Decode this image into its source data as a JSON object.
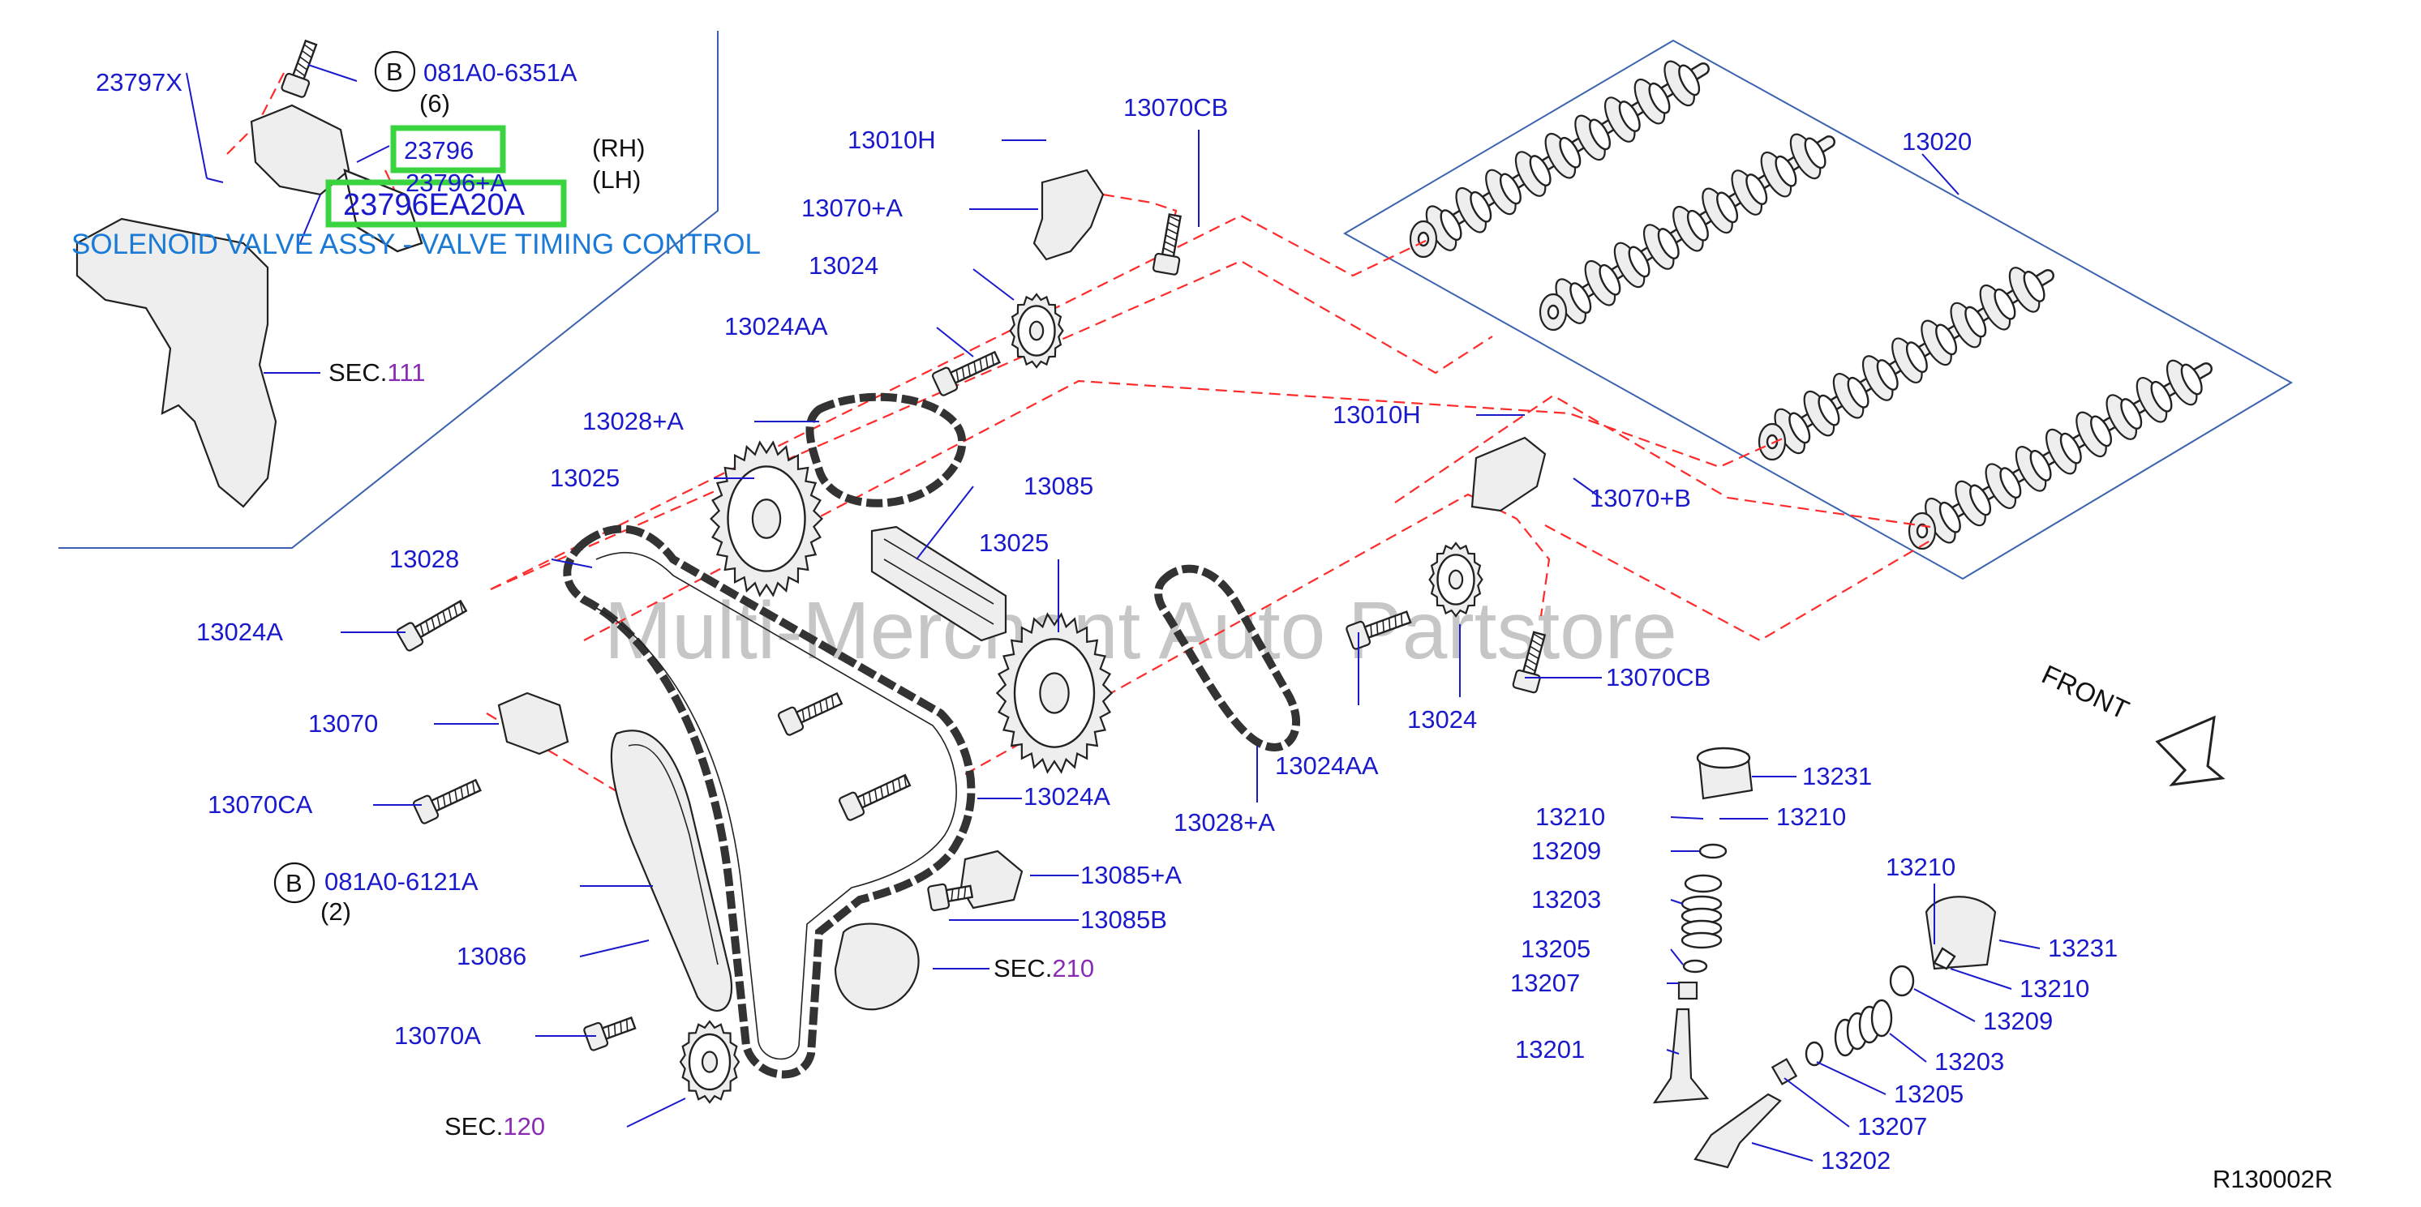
{
  "watermark": "Multi-Merchant Auto Partstore",
  "note": "SOLENOID VALVE ASSY - VALVE TIMING CONTROL",
  "figure_code": "R130002R",
  "front_label": "FRONT",
  "bolt_ref_letter": "B",
  "labels": {
    "p23797x": "23797X",
    "b1_code": "081A0-6351A",
    "b1_qty": "(6)",
    "p23796": "23796",
    "rh": "(RH)",
    "p23796a": "23796+A",
    "lh": "(LH)",
    "p23796ea20a": "23796EA20A",
    "sec_word": "SEC.",
    "sec111": "111",
    "sec210": "210",
    "sec120": "120",
    "p13010h_a": "13010H",
    "p13070cb_a": "13070CB",
    "p13070a_plus": "13070+A",
    "p13024_a": "13024",
    "p13024aa_a": "13024AA",
    "p13028a_plus_a": "13028+A",
    "p13025_a": "13025",
    "p13085": "13085",
    "p13028": "13028",
    "p13025_b": "13025",
    "p13024a_a": "13024A",
    "p13070": "13070",
    "p13070ca": "13070CA",
    "b2_code": "081A0-6121A",
    "b2_qty": "(2)",
    "p13086": "13086",
    "p13070a": "13070A",
    "p13024a_b": "13024A",
    "p13085a_plus": "13085+A",
    "p13085b": "13085B",
    "p13024aa_b": "13024AA",
    "p13028a_plus_b": "13028+A",
    "p13024_b": "13024",
    "p13070cb_b": "13070CB",
    "p13010h_b": "13010H",
    "p13070b_plus": "13070+B",
    "p13020": "13020",
    "p13231_a": "13231",
    "p13210_a": "13210",
    "p13210_b": "13210",
    "p13209_a": "13209",
    "p13203_a": "13203",
    "p13205_a": "13205",
    "p13207_a": "13207",
    "p13201": "13201",
    "p13210_c": "13210",
    "p13231_b": "13231",
    "p13210_d": "13210",
    "p13209_b": "13209",
    "p13203_b": "13203",
    "p13205_b": "13205",
    "p13207_b": "13207",
    "p13202": "13202"
  },
  "colors": {
    "part_number": "#1a1acc",
    "section_ref": "#8a2bb4",
    "highlight": "#39d43f",
    "dashed_path": "#ff2a2a",
    "note": "#1a7ad6",
    "box_outline": "#3a62b0"
  }
}
